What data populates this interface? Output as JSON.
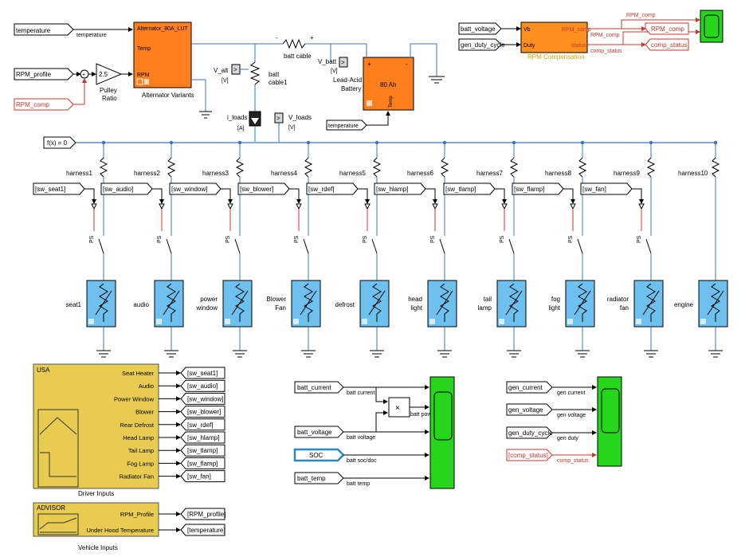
{
  "left_inputs": [
    {
      "tag": "temperature",
      "label": "temperature"
    },
    {
      "tag": "RPM_profile",
      "label": ""
    },
    {
      "tag": "RPM_comp",
      "label": ""
    }
  ],
  "pulley": {
    "gain": "2.5",
    "label1": "Pulley",
    "label2": "Ratio"
  },
  "alternator": {
    "title": "Alternator_80A_LUT",
    "temp_port": "Temp",
    "rpm_port": "RPM",
    "caption": "Alternator Variants"
  },
  "v_alt": {
    "label": "V_alt",
    "unit": "[V]"
  },
  "batt_cable1": {
    "line1": "batt",
    "line2": "cable1"
  },
  "batt_cable": {
    "label": "batt cable",
    "minus": "-",
    "plus": "+"
  },
  "v_batt": {
    "label": "V_batt",
    "unit": "[V]"
  },
  "battery": {
    "capacity": "80 Ah",
    "temp_port": "Temp",
    "caption1": "Lead-Acid",
    "caption2": "Battery",
    "temp_tag": "temperature"
  },
  "i_loads": {
    "label": "i_loads",
    "unit": "[A]"
  },
  "v_loads": {
    "label": "V_loads",
    "unit": "[V]"
  },
  "solver": {
    "label": "f(x) = 0"
  },
  "rpm_comp_block": {
    "in1_tag": "batt_voltage",
    "in2_tag": "gen_duty_cycle",
    "port_vb": "Vb",
    "port_duty": "Duty",
    "out_rpm": "RPM_comp",
    "out_status": "status",
    "caption": "RPM Compensation",
    "wire1": "RPM_comp",
    "wire2": "comp_status",
    "wire_top": "RPM_comp",
    "goto1": "RPM_comp",
    "goto2": "comp_status"
  },
  "harnesses": [
    {
      "name": "harness1",
      "switch": "sw_seat1",
      "load": "seat1"
    },
    {
      "name": "harness2",
      "switch": "sw_audio",
      "load": "audio"
    },
    {
      "name": "harness3",
      "switch": "sw_window",
      "load": "power window"
    },
    {
      "name": "harness4",
      "switch": "sw_blower",
      "load": "Blower Fan"
    },
    {
      "name": "harness5",
      "switch": "sw_rdef",
      "load": "defrost"
    },
    {
      "name": "harness6",
      "switch": "sw_hlamp",
      "load": "head light"
    },
    {
      "name": "harness7",
      "switch": "sw_tlamp",
      "load": "tail lamp"
    },
    {
      "name": "harness8",
      "switch": "sw_flamp",
      "load": "fog light"
    },
    {
      "name": "harness9",
      "switch": "sw_fan",
      "load": "radiator fan"
    },
    {
      "name": "harness10",
      "switch": "",
      "load": "engine"
    }
  ],
  "driver_inputs": {
    "region": "USA",
    "caption": "Driver Inputs",
    "signals": [
      {
        "label": "Seat Heater",
        "tag": "sw_seat1"
      },
      {
        "label": "Audio",
        "tag": "sw_audio"
      },
      {
        "label": "Power Window",
        "tag": "sw_window"
      },
      {
        "label": "Blower",
        "tag": "sw_blower"
      },
      {
        "label": "Rear Defrost",
        "tag": "sw_rdef"
      },
      {
        "label": "Head Lamp",
        "tag": "sw_hlamp"
      },
      {
        "label": "Tail Lamp",
        "tag": "sw_tlamp"
      },
      {
        "label": "Fog Lamp",
        "tag": "sw_flamp"
      },
      {
        "label": "Radiator Fan",
        "tag": "sw_fan"
      }
    ]
  },
  "vehicle_inputs": {
    "title": "ADVISOR",
    "caption": "Vehicle Inputs",
    "signals": [
      {
        "label": "RPM_Profile",
        "tag": "RPM_profile"
      },
      {
        "label": "Under Hood Temperature",
        "tag": "temperature"
      }
    ]
  },
  "batt_scope": {
    "inputs": [
      {
        "tag": "batt_current",
        "wire": "batt current"
      },
      {
        "tag": "batt_voltage",
        "wire": "batt voltage"
      },
      {
        "tag": "SOC",
        "wire": "batt soc/doc"
      },
      {
        "tag": "batt_temp",
        "wire": "batt temp"
      }
    ],
    "product_symbol": "×",
    "product_wire": "batt power"
  },
  "gen_scope": {
    "inputs": [
      {
        "tag": "gen_current",
        "wire": "gen current"
      },
      {
        "tag": "gen_voltage",
        "wire": "gen voltage"
      },
      {
        "tag": "gen_duty_cycle",
        "wire": "gen duty"
      },
      {
        "tag": "comp_status",
        "wire": "comp_status"
      }
    ]
  },
  "colors": {
    "orange": "#ff7f1e",
    "blue_block": "#6ec0ee",
    "green_scope": "#27d61c",
    "yellow_sub": "#e8cc52",
    "wire_blue": "#3d73b6",
    "tag_red": "#c0392b"
  }
}
